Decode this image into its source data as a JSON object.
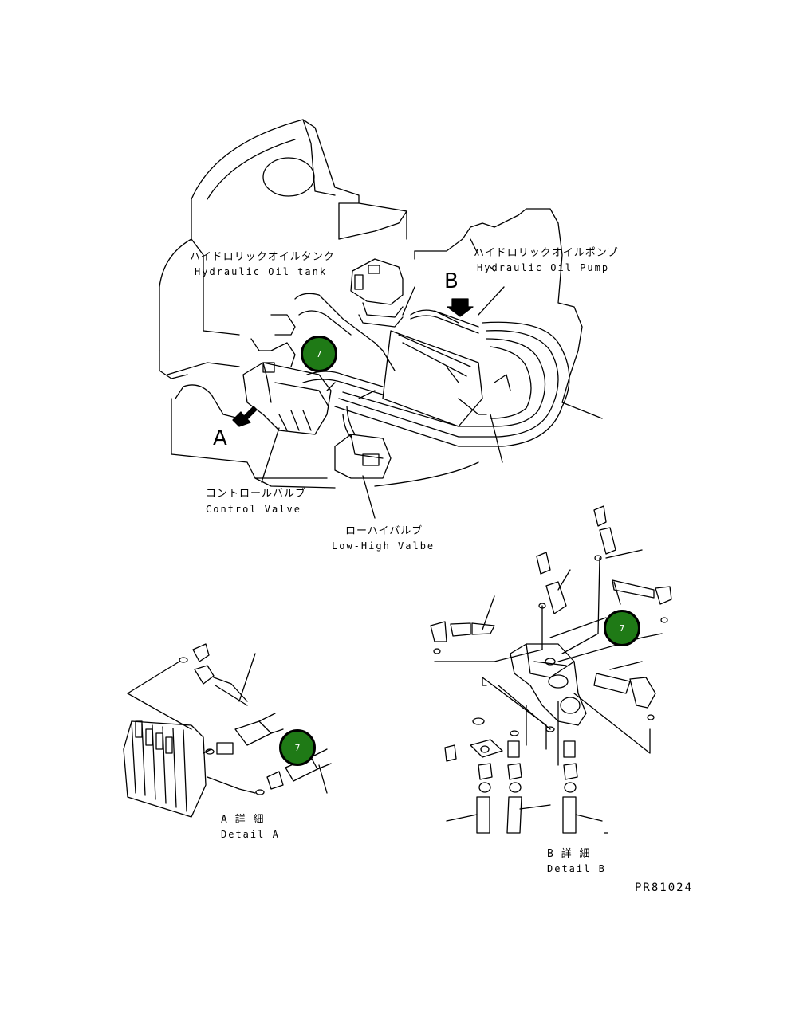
{
  "labels": {
    "tank_jp": "ハイドロリックオイルタンク",
    "tank_en": "Hydraulic Oil tank",
    "pump_jp": "ハイドロリックオイルポンプ",
    "pump_en": "Hydraulic Oil Pump",
    "control_jp": "コントロールバルブ",
    "control_en": "Control Valve",
    "lowhigh_jp": "ローハイバルブ",
    "lowhigh_en": "Low-High Valbe",
    "detail_a_jp": "A 詳 細",
    "detail_a_en": "Detail A",
    "detail_b_jp": "B 詳 細",
    "detail_b_en": "Detail B",
    "arrow_a": "A",
    "arrow_b": "B"
  },
  "markers": [
    {
      "id": "marker-main",
      "label": "7"
    },
    {
      "id": "marker-detail-b",
      "label": "7"
    },
    {
      "id": "marker-detail-a",
      "label": "7"
    }
  ],
  "drawing_code": "PR81024",
  "colors": {
    "marker": "#1f7a16",
    "line": "#000000"
  }
}
